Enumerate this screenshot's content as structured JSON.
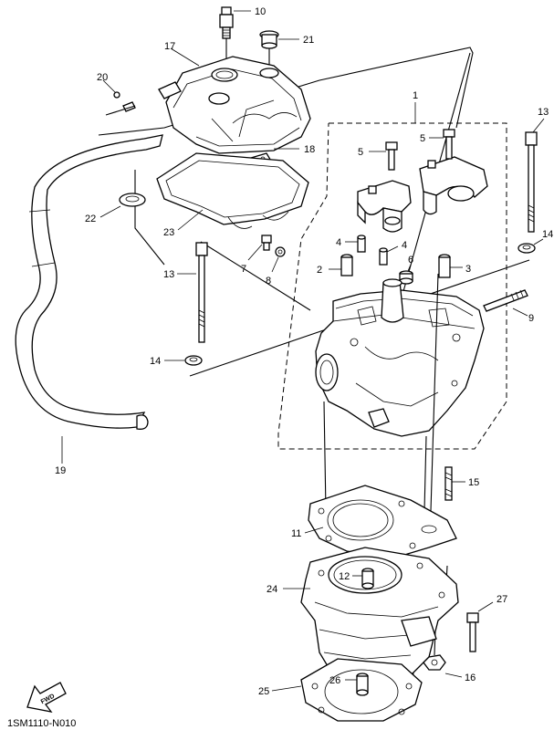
{
  "diagram": {
    "code": "1SM1110-N010",
    "fwd_label": "FWD",
    "callouts": {
      "c1": "1",
      "c2": "2",
      "c3": "3",
      "c4a": "4",
      "c4b": "4",
      "c5a": "5",
      "c5b": "5",
      "c6": "6",
      "c7": "7",
      "c8": "8",
      "c9": "9",
      "c10": "10",
      "c11": "11",
      "c12": "12",
      "c13a": "13",
      "c13b": "13",
      "c14a": "14",
      "c14b": "14",
      "c15": "15",
      "c16": "16",
      "c17": "17",
      "c18": "18",
      "c19": "19",
      "c20": "20",
      "c21": "21",
      "c22": "22",
      "c23": "23",
      "c24": "24",
      "c25": "25",
      "c26": "26",
      "c27": "27"
    }
  }
}
